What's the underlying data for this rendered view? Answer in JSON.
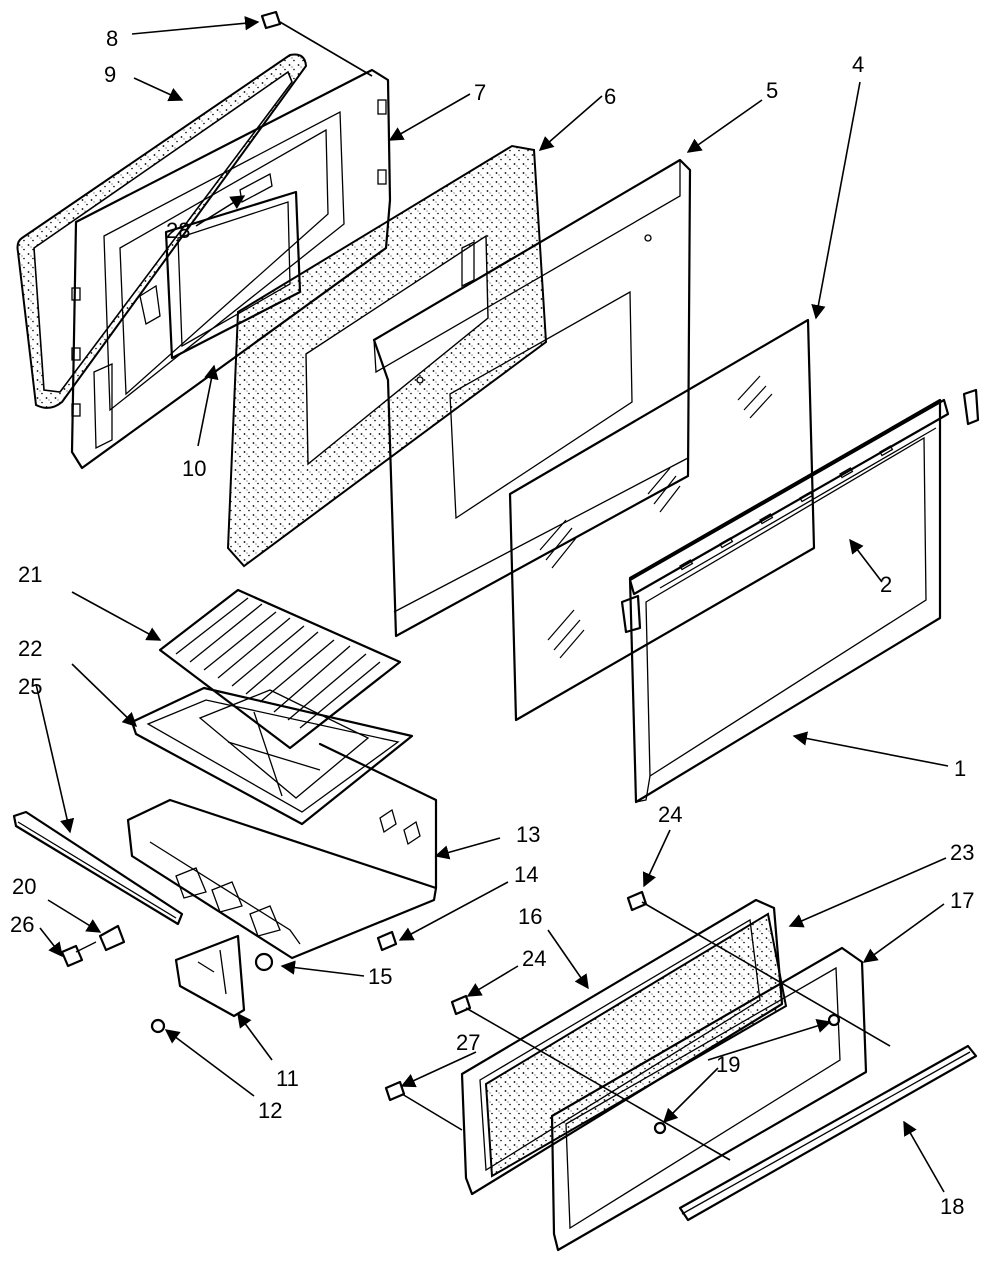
{
  "diagram": {
    "callouts": [
      {
        "id": "c1",
        "text": "1"
      },
      {
        "id": "c2",
        "text": "2"
      },
      {
        "id": "c4",
        "text": "4"
      },
      {
        "id": "c5",
        "text": "5"
      },
      {
        "id": "c6",
        "text": "6"
      },
      {
        "id": "c7",
        "text": "7"
      },
      {
        "id": "c8",
        "text": "8"
      },
      {
        "id": "c9",
        "text": "9"
      },
      {
        "id": "c10",
        "text": "10"
      },
      {
        "id": "c11",
        "text": "11"
      },
      {
        "id": "c12",
        "text": "12"
      },
      {
        "id": "c13",
        "text": "13"
      },
      {
        "id": "c14",
        "text": "14"
      },
      {
        "id": "c15",
        "text": "15"
      },
      {
        "id": "c16",
        "text": "16"
      },
      {
        "id": "c17",
        "text": "17"
      },
      {
        "id": "c18",
        "text": "18"
      },
      {
        "id": "c19",
        "text": "19"
      },
      {
        "id": "c20",
        "text": "20"
      },
      {
        "id": "c21",
        "text": "21"
      },
      {
        "id": "c22",
        "text": "22"
      },
      {
        "id": "c23",
        "text": "23"
      },
      {
        "id": "c24a",
        "text": "24"
      },
      {
        "id": "c24b",
        "text": "24"
      },
      {
        "id": "c25",
        "text": "25"
      },
      {
        "id": "c26",
        "text": "26"
      },
      {
        "id": "c27",
        "text": "27"
      },
      {
        "id": "c28",
        "text": "28"
      }
    ]
  }
}
